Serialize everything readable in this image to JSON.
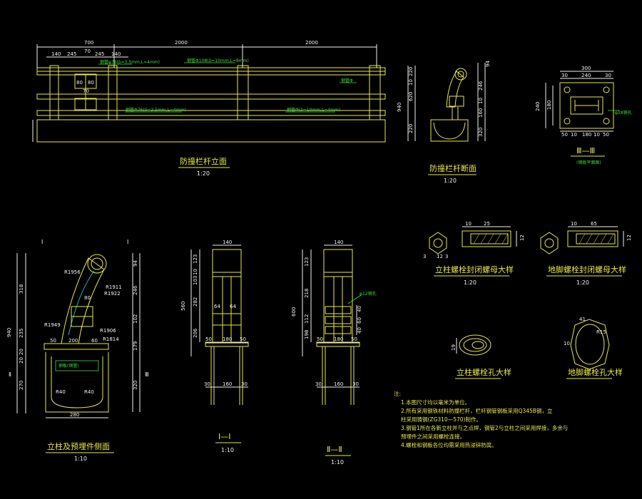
{
  "elevation": {
    "title": "防撞栏杆立面",
    "scale": "1:20",
    "dims_top": [
      "700",
      "2000",
      "2000"
    ],
    "dims_sub": [
      "140",
      "245",
      "70",
      "245",
      "140"
    ],
    "dims_mid": [
      "80",
      "80",
      "70"
    ],
    "leader_1": "钢管φ76(δ=3.5mm,L=4mm)",
    "leader_2": "钢管Φ108(δ=10mm,L=8mm)",
    "leader_3": "钢管Φ76(δ=3.5mm,L=4mm)",
    "leader_4": "钢管Φ(δ=10mm,L=4mm)",
    "leader_5": "钢管Φ"
  },
  "section": {
    "title": "防撞栏杆断面",
    "scale": "1:20",
    "dims_left": [
      "940",
      "620",
      "10",
      "220",
      "220"
    ],
    "dims_right": [
      "94",
      "246",
      "10",
      "160",
      "320"
    ]
  },
  "plate": {
    "title": "Ⅲ—Ⅲ",
    "sub": "(钢板平面图)",
    "dims_top": [
      "300",
      "30",
      "240",
      "30"
    ],
    "dims_left": [
      "240",
      "180"
    ],
    "dims_bottom": [
      "50",
      "10",
      "180",
      "10",
      "50"
    ],
    "hole_label": "φ28钢孔"
  },
  "side": {
    "title": "立柱及预埋件侧面",
    "scale": "1:10",
    "marks": [
      "Ⅰ",
      "Ⅰ",
      "Ⅱ",
      "Ⅲ"
    ],
    "dims_left": [
      "940",
      "318",
      "235",
      "20",
      "20",
      "270"
    ],
    "dims_right": [
      "94",
      "246",
      "102",
      "179",
      "320"
    ],
    "radii": [
      "R1956",
      "R1911",
      "R1922",
      "R1949",
      "R1906",
      "R1814"
    ],
    "dims_misc": [
      "80",
      "50",
      "200",
      "60",
      "280",
      "R40",
      "R40"
    ],
    "note_box": "钢板(钢管)"
  },
  "view1": {
    "title": "Ⅰ—Ⅰ",
    "scale": "1:10",
    "dims_top": [
      "140"
    ],
    "dims_left": [
      "123",
      "10",
      "103",
      "282",
      "206",
      "560"
    ],
    "dims_mid": [
      "64",
      "64"
    ],
    "dims_bottom": [
      "50",
      "180",
      "50",
      "30",
      "160",
      "30"
    ]
  },
  "view2": {
    "title": "Ⅱ—Ⅱ",
    "scale": "1:10",
    "dims_top": [
      "140"
    ],
    "dims_left": [
      "123",
      "218",
      "112",
      "198",
      "600"
    ],
    "dims_right": [
      "40",
      "60",
      "40"
    ],
    "leader": "φ12钢孔",
    "dims_bottom": [
      "50",
      "180",
      "50",
      "30",
      "160",
      "30"
    ]
  },
  "bolt1": {
    "title": "立柱螺栓封闭螺母大样",
    "scale": "1:20",
    "dims": [
      "10",
      "25",
      "12",
      "3",
      "12",
      "3"
    ]
  },
  "bolt2": {
    "title": "地脚螺栓封闭螺母大样",
    "scale": "1:20",
    "dims": [
      "10",
      "65",
      "12"
    ]
  },
  "hole1": {
    "title": "立柱螺栓孔大样",
    "dims": [
      "19"
    ]
  },
  "hole2": {
    "title": "地脚螺栓孔大样",
    "dims": [
      "41",
      "10",
      "R15"
    ]
  },
  "notes": {
    "heading": "注:",
    "lines": [
      "1.本图尺寸均以毫米为单位。",
      "2.所有采用钢铁材料防撞栏杆，栏杆钢管钢板采用Q345B钢，立",
      "  柱采用铸钢(ZG310—570)制作。",
      "3.钢管1所在各新立柱并与之点焊，钢管2与立柱之间采用焊接，多余与",
      "  预埋件之间采用螺栓连接。",
      "4.螺栓和钢板各位均需采用热浸锌防腐。"
    ]
  }
}
